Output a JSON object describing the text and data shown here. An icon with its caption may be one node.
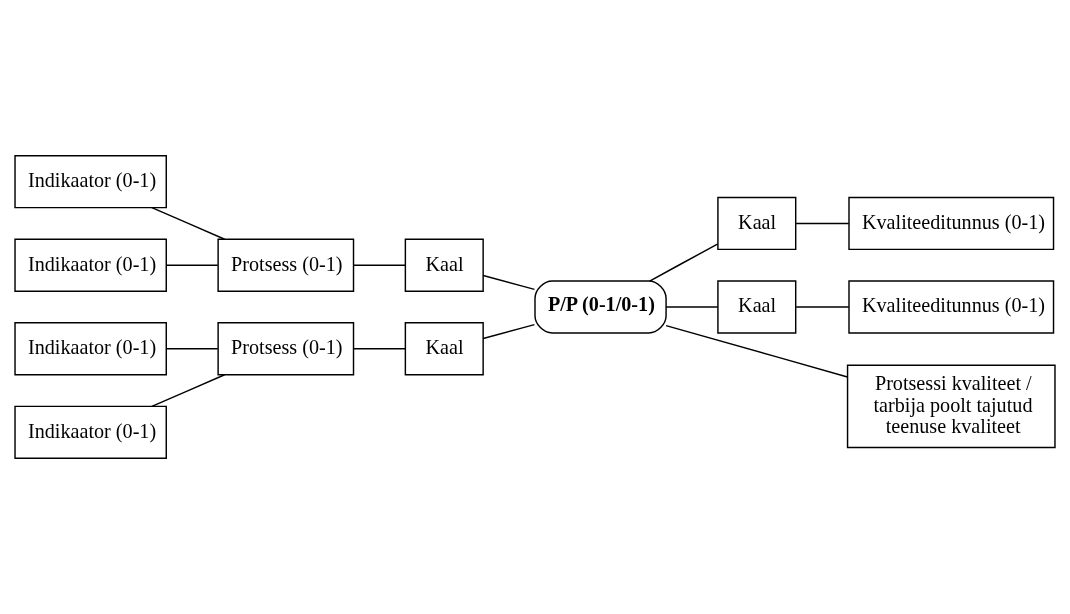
{
  "diagram": {
    "nodes": [
      {
        "text": [
          "Indikaator (0-1)"
        ]
      },
      {
        "text": [
          "Indikaator (0-1)"
        ]
      },
      {
        "text": [
          "Protsess (0-1)"
        ]
      },
      {
        "text": [
          "Kaal"
        ]
      },
      {
        "text": [
          "P/P (0-1/0-1)"
        ]
      },
      {
        "text": [
          "Kaal"
        ]
      },
      {
        "text": [
          "Kvaliteeditunnus (0-1)"
        ]
      },
      {
        "text": [
          "Protsess (0-1)"
        ]
      },
      {
        "text": [
          "Kaal"
        ]
      },
      {
        "text": [
          "Kaal"
        ]
      },
      {
        "text": [
          "Kvaliteeditunnus (0-1)"
        ]
      },
      {
        "text": [
          "Indikaator (0-1)"
        ]
      },
      {
        "text": [
          "Indikaator (0-1)"
        ]
      },
      {
        "text": [
          "Protsessi kvaliteet / tarbija poolt tajutud teenuse kvaliteet"
        ]
      }
    ],
    "edges": [
      {
        "from": 0,
        "to": 2,
        "arrow": "none"
      },
      {
        "from": 1,
        "to": 2,
        "arrow": "none"
      },
      {
        "from": 2,
        "to": 3,
        "arrow": "none"
      },
      {
        "from": 3,
        "to": 4,
        "arrow": "none"
      },
      {
        "from": 4,
        "to": 5,
        "arrow": "none"
      },
      {
        "from": 5,
        "to": 6,
        "arrow": "none"
      },
      {
        "from": 11,
        "to": 7,
        "arrow": "none"
      },
      {
        "from": 12,
        "to": 7,
        "arrow": "none"
      },
      {
        "from": 7,
        "to": 8,
        "arrow": "none"
      },
      {
        "from": 8,
        "to": 4,
        "arrow": "none"
      },
      {
        "from": 4,
        "to": 9,
        "arrow": "none"
      },
      {
        "from": 9,
        "to": 10,
        "arrow": "none"
      },
      {
        "from": 4,
        "to": 13,
        "arrow": "none"
      }
    ]
  }
}
